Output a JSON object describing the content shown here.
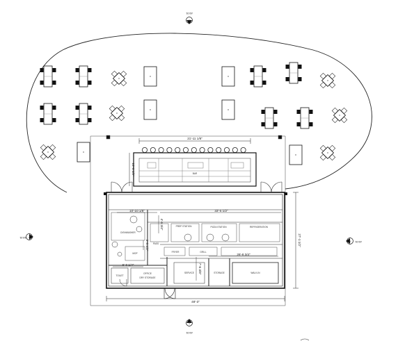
{
  "dimensions": {
    "bar_width": "21'-11 1/8\"",
    "bar_depth": "10'-0 1/2\"",
    "kitchen_depth_right": "27'-1 1/2\"",
    "interior_left_width": "10'-10 1/8\"",
    "interior_right_width": "33'-5 1/2\"",
    "overall_width": "48'-3\"",
    "prep_offset": "4'-6 3/4\"",
    "line_depth": "3'-5 1/2\"",
    "pass_depth": "7'-6 3/8\"",
    "counter_run": "26'-8 3/4\"",
    "small_span": "6'-0 1/4\""
  },
  "section_refs": {
    "top": {
      "number": "2",
      "sheet": "A5.01"
    },
    "bottom": {
      "number": "1",
      "sheet": "A5.01"
    },
    "left": {
      "number": "4",
      "sheet": "A5.01"
    },
    "right": {
      "number": "3",
      "sheet": "A5.01"
    }
  },
  "room_labels": {
    "dishwasher": "DISHWASHER",
    "prep_station": "PREP STATION",
    "bar_back": "BAR",
    "pass": "PASS",
    "walk_in": "WALK-IN",
    "office": "OFFICE",
    "toilet": "TOILET",
    "pizza_station": "PIZZA STATION",
    "fryer": "FRYER",
    "grill": "GRILL",
    "refrigeration": "REFRIGERATION",
    "storage": "STORAGE",
    "dry_storage": "DRY STORAGE",
    "mop": "MOP",
    "service": "SERVICE"
  }
}
